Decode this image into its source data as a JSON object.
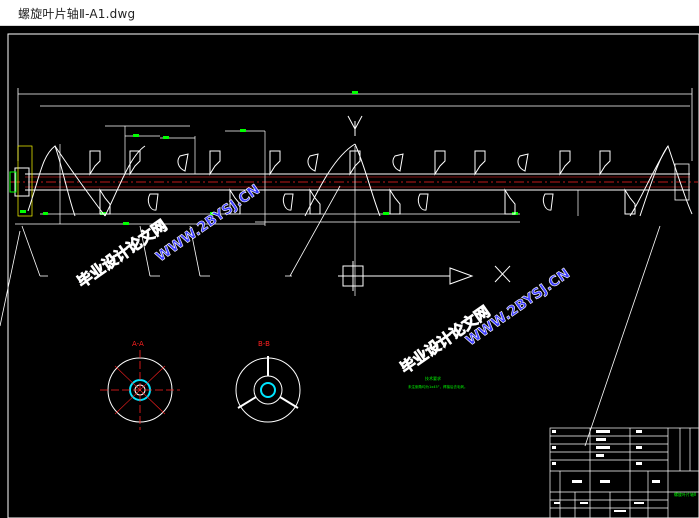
{
  "window": {
    "title": "螺旋叶片轴Ⅱ-A1.dwg"
  },
  "drawing": {
    "section_a_label": "A-A",
    "section_b_label": "B-B",
    "tech_requirements_title": "技术要求",
    "tech_requirements_text": "未注倒角均为1x45°，焊接后去毛刺。",
    "title_block": {
      "drawing_name": "螺旋叶片轴Ⅱ"
    }
  },
  "watermarks": [
    {
      "line1": "毕业设计论文网",
      "line2": "WWW.2BYSJ.CN"
    },
    {
      "line1": "毕业设计论文网",
      "line2": "WWW.2BYSJ.CN"
    }
  ],
  "colors": {
    "background": "#000000",
    "line_white": "#ffffff",
    "line_red": "#ff2020",
    "line_green": "#00ff00",
    "line_cyan": "#00e5ff",
    "line_yellow": "#ffff00",
    "watermark": "#3f3fff"
  }
}
